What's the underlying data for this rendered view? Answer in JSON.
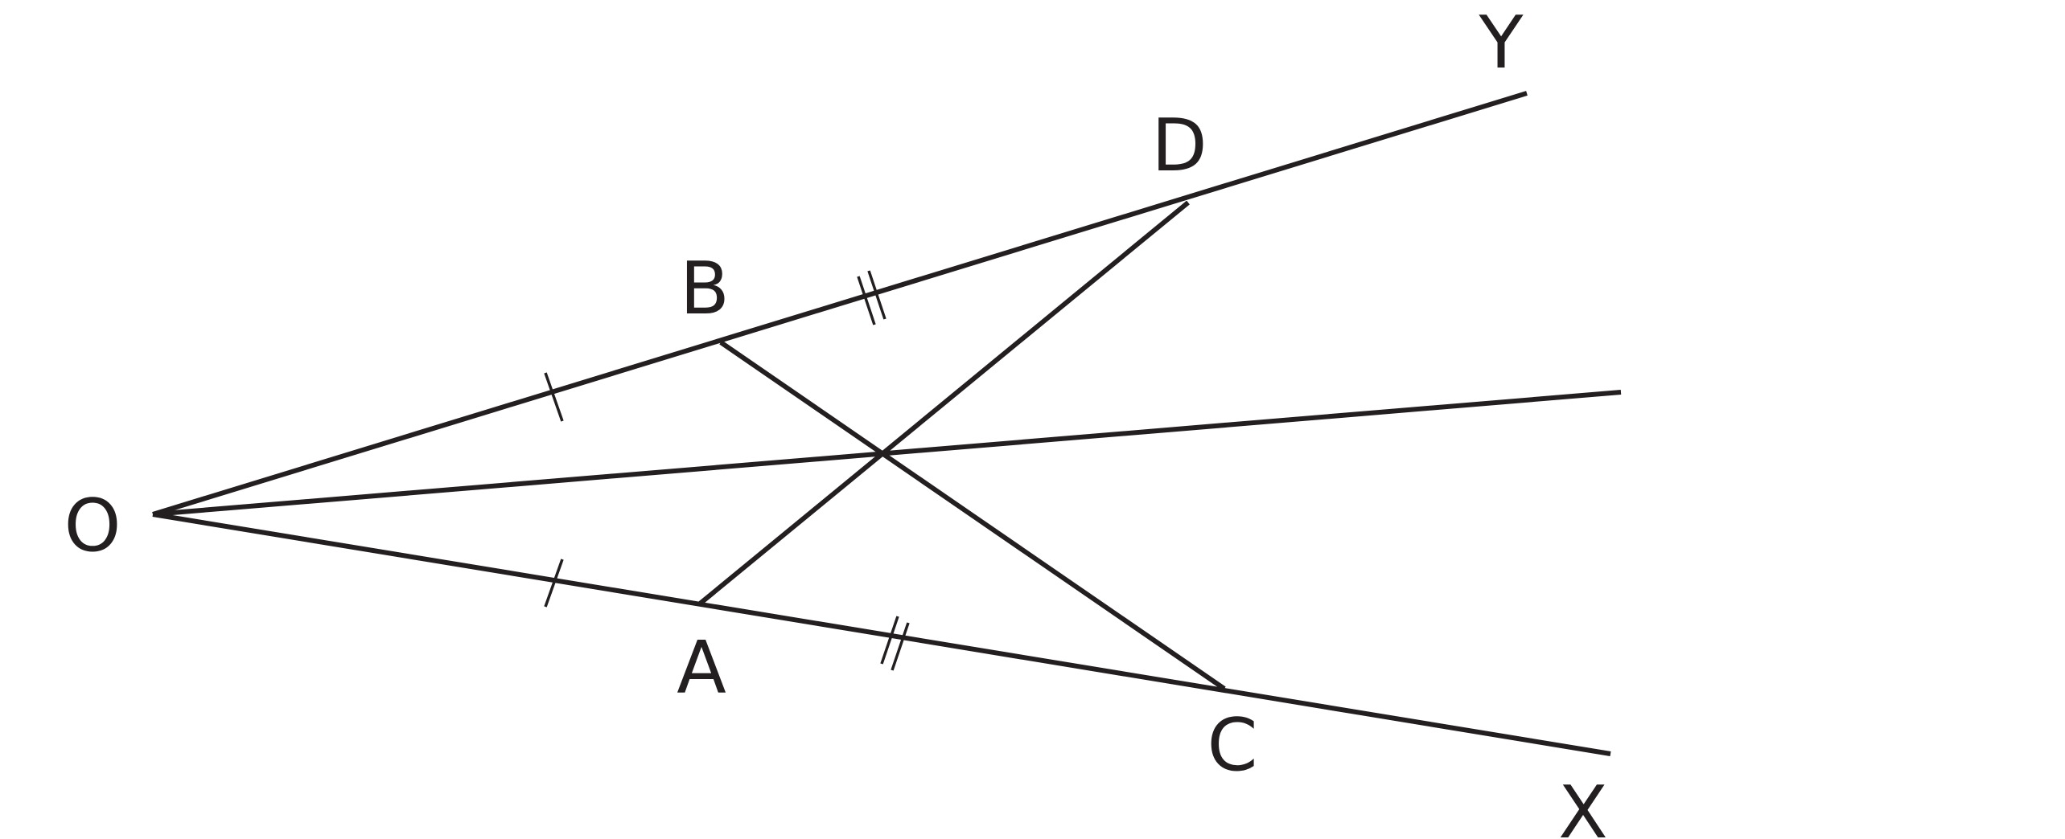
{
  "diagram": {
    "points": {
      "O": "O",
      "A": "A",
      "B": "B",
      "C": "C",
      "D": "D",
      "X": "X",
      "Y": "Y"
    },
    "colors": {
      "stroke": "#231f20",
      "background": "#ffffff"
    }
  }
}
